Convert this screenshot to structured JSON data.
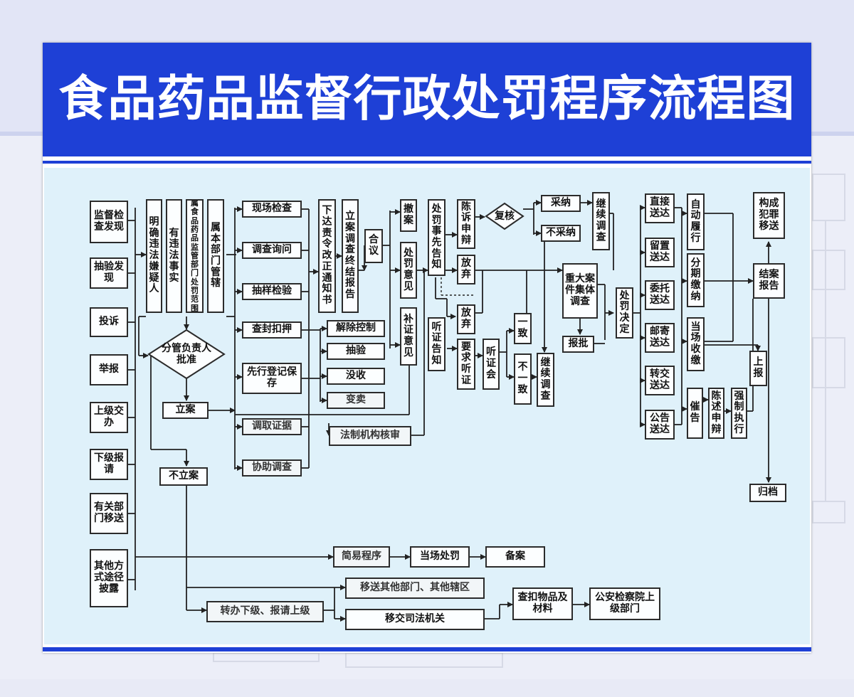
{
  "title": "食品药品监督行政处罚程序流程图",
  "colors": {
    "header": "#1e40d6",
    "panel": "#dff1fa",
    "box_border": "#2b2b2b",
    "line": "#222222"
  },
  "sources": [
    "监督检查发现",
    "抽验发现",
    "投诉",
    "举报",
    "上级交办",
    "下级报请",
    "有关部门移送",
    "其他方式途径披露"
  ],
  "criteria": [
    "明确违法嫌疑人",
    "有违法事实",
    "属食品药品监管部门处罚范围",
    "属本部门管辖"
  ],
  "approval": {
    "label": "分管负责人批准",
    "yes": "立案",
    "no": "不立案"
  },
  "investigation": [
    "现场检查",
    "调查询问",
    "抽样检验",
    "查封扣押",
    "先行登记保存",
    "调取证据",
    "协助调查"
  ],
  "seizure_outcomes": [
    "解除控制",
    "抽验",
    "没收",
    "变卖"
  ],
  "correction_notice": "下达责令改正通知书",
  "investigation_report": "立案调查终结报告",
  "deliberation": "合议",
  "opinions": [
    "撤案",
    "处罚意见",
    "补证意见"
  ],
  "legal_review": "法制机构核审",
  "prior_notice": "处罚事先告知",
  "defense": "陈诉申辩",
  "waive": "放弃",
  "review": "复核",
  "review_results": [
    "采纳",
    "不采纳"
  ],
  "continue_investigation": "继续调查",
  "hearing_notice": "听证告知",
  "request_hearing": "要求听证",
  "hearing": "听证会",
  "hearing_results": [
    "一致",
    "不一致"
  ],
  "collective_review": "重大案件集体调查",
  "report": "报批",
  "decision": "处罚决定",
  "delivery": [
    "直接送达",
    "留置送达",
    "委托送达",
    "邮寄送达",
    "转交送达",
    "公告送达"
  ],
  "execution": [
    "自动履行",
    "分期缴纳",
    "当场收缴",
    "催告"
  ],
  "enforcement": [
    "陈述申辩",
    "强制执行"
  ],
  "crime_transfer": "构成犯罪移送",
  "closing_report": "结案报告",
  "report_up": "上报",
  "archive": "归档",
  "simple": [
    "简易程序",
    "当场处罚",
    "备案"
  ],
  "transfers": [
    "移送其他部门、其他辖区",
    "转办下级、报请上级",
    "移交司法机关",
    "查扣物品及材料",
    "公安检察院上级部门"
  ]
}
